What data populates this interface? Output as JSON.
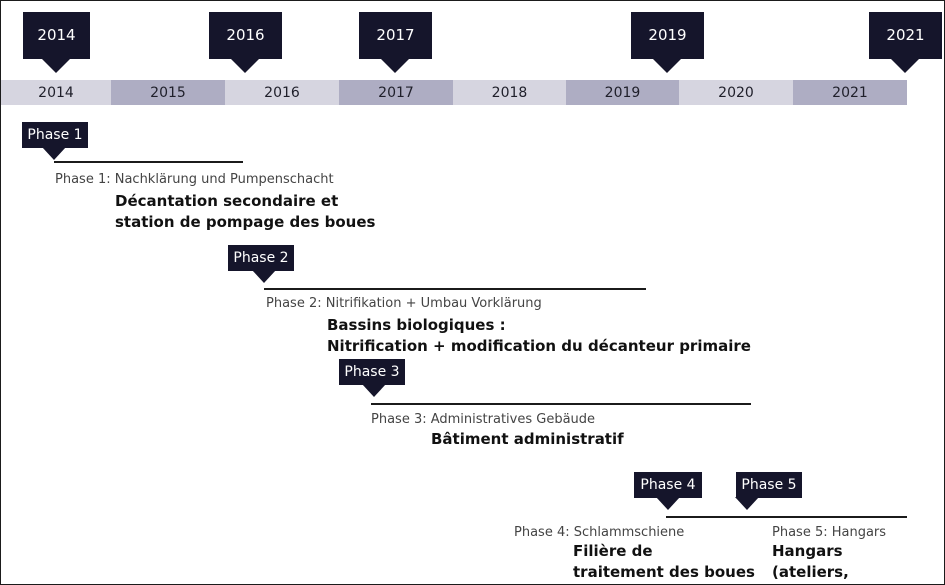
{
  "top_flags": [
    "2014",
    "2016",
    "2017",
    "2019",
    "2021"
  ],
  "year_bar": [
    "2014",
    "2015",
    "2016",
    "2017",
    "2018",
    "2019",
    "2020",
    "2021"
  ],
  "colors": {
    "flag": "#15152b",
    "year_light": "#d6d5e0",
    "year_dark": "#aeadc3",
    "line": "#1b1b1b"
  },
  "phases": [
    {
      "label": "Phase 1",
      "german": "Phase 1: Nachklärung und Pumpenschacht",
      "french": [
        "Décantation secondaire et",
        "station de pompage des boues"
      ]
    },
    {
      "label": "Phase 2",
      "german": "Phase 2: Nitrifikation + Umbau Vorklärung",
      "french": [
        "Bassins biologiques :",
        "Nitrification + modification du décanteur primaire"
      ]
    },
    {
      "label": "Phase 3",
      "german": "Phase 3: Administratives Gebäude",
      "french": [
        "Bâtiment administratif"
      ]
    },
    {
      "label": "Phase 4",
      "german": "Phase 4: Schlammschiene",
      "french": [
        "Filière de",
        "traitement des boues"
      ]
    },
    {
      "label": "Phase 5",
      "german": "Phase 5: Hangars",
      "french": [
        "Hangars",
        "(ateliers, garages…)"
      ]
    }
  ]
}
